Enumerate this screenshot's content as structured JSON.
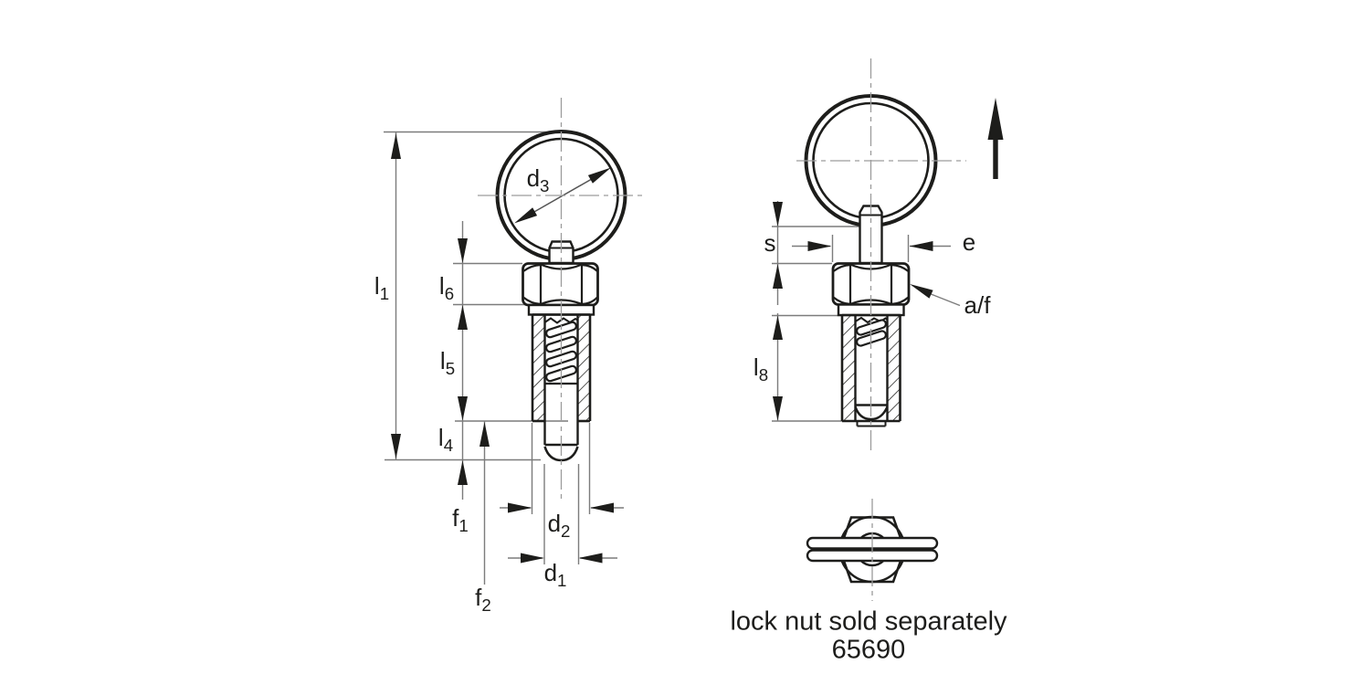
{
  "colors": {
    "object_line": "#1d1d1b",
    "dimension_line": "#7c7c7c",
    "centerline": "#9c9c9c",
    "background": "#ffffff"
  },
  "left_view": {
    "dimension_labels": {
      "l1": {
        "base": "l",
        "sub": "1"
      },
      "d3": {
        "base": "d",
        "sub": "3"
      },
      "l6": {
        "base": "l",
        "sub": "6"
      },
      "l5": {
        "base": "l",
        "sub": "5"
      },
      "l4": {
        "base": "l",
        "sub": "4"
      },
      "f1": {
        "base": "f",
        "sub": "1"
      },
      "f2": {
        "base": "f",
        "sub": "2"
      },
      "d2": {
        "base": "d",
        "sub": "2"
      },
      "d1": {
        "base": "d",
        "sub": "1"
      }
    }
  },
  "right_view": {
    "dimension_labels": {
      "s": {
        "base": "s",
        "sub": ""
      },
      "e": {
        "base": "e",
        "sub": ""
      },
      "af": {
        "base": "a/f",
        "sub": ""
      },
      "l8": {
        "base": "l",
        "sub": "8"
      }
    },
    "pull_direction_icon": "up-arrow"
  },
  "lock_nut_note": {
    "line1": "lock nut sold separately",
    "part_number": "65690"
  }
}
